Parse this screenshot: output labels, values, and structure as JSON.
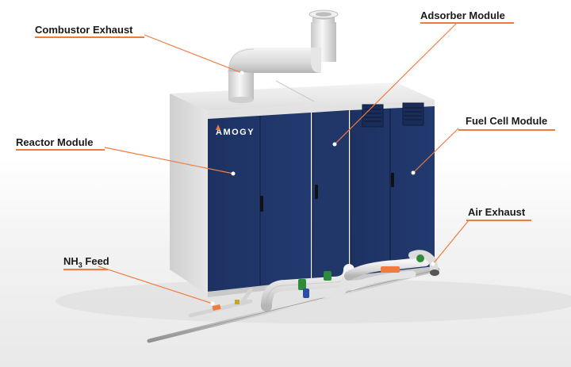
{
  "brand": {
    "logo_text": "AMOGY",
    "accent": "#f07b3f",
    "cabinet_color": "#1f3566"
  },
  "labels": {
    "combustor_exhaust": "Combustor Exhaust",
    "adsorber_module": "Adsorber Module",
    "reactor_module": "Reactor Module",
    "fuel_cell_module": "Fuel Cell Module",
    "air_exhaust": "Air Exhaust",
    "nh3_prefix": "NH",
    "nh3_sub": "3",
    "nh3_suffix": " Feed"
  }
}
